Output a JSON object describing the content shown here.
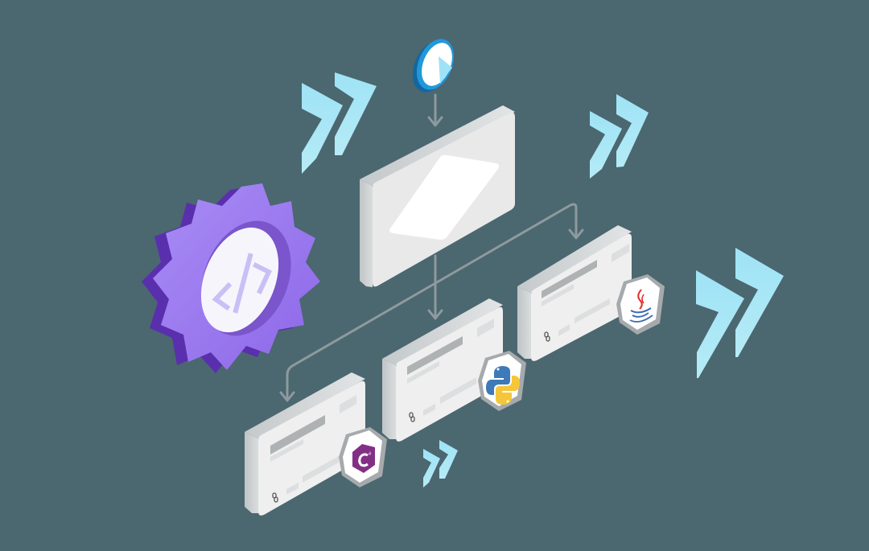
{
  "scene": {
    "title": "Isometric workflow diagram: trigger to SDK cards",
    "background": "#4b6770"
  },
  "colors": {
    "chevron": "#9fe2f5",
    "chevron_light": "#b8ebf7",
    "connector": "#8e9a9e",
    "card_face": "#ececec",
    "card_side": "#c9cdcf",
    "card_edge": "#b4b9bb",
    "card_bar_dark": "#aeb2b3",
    "card_bar_light": "#dcdedf",
    "gear_face": "#9b7af0",
    "gear_dark": "#5b30b0",
    "gear_inner_ring": "#7c56cf",
    "gear_disc": "#f6f5fc",
    "code_glyph": "#c8c0f5",
    "play_ring": "#1f8fd0",
    "play_ring_dark": "#1466a0",
    "play_triangle": "#9fe2f5",
    "badge_border": "#b9bcbe",
    "csharp_purple": "#823085",
    "python_blue": "#3e79b8",
    "python_yellow": "#f5c63a",
    "java_red": "#e0302b",
    "java_blue": "#3c6ab3"
  },
  "nodes": {
    "trigger": {
      "icon": "play-icon",
      "label": "Start"
    },
    "gear": {
      "icon": "code-icon",
      "label": "</>"
    },
    "main_card": {
      "icon": "diamond-icon"
    },
    "cards": [
      {
        "id": "csharp",
        "language": "C#",
        "badge_icon": "csharp-logo-icon",
        "link_icon": "link-icon"
      },
      {
        "id": "python",
        "language": "Python",
        "badge_icon": "python-logo-icon",
        "link_icon": "link-icon"
      },
      {
        "id": "java",
        "language": "Java",
        "badge_icon": "java-logo-icon",
        "link_icon": "link-icon"
      }
    ]
  },
  "decorations": {
    "chevrons": [
      {
        "id": "top-left",
        "icon": "double-chevron-icon"
      },
      {
        "id": "top-right",
        "icon": "double-chevron-icon"
      },
      {
        "id": "right",
        "icon": "double-chevron-icon"
      },
      {
        "id": "bottom",
        "icon": "double-chevron-icon"
      }
    ]
  }
}
